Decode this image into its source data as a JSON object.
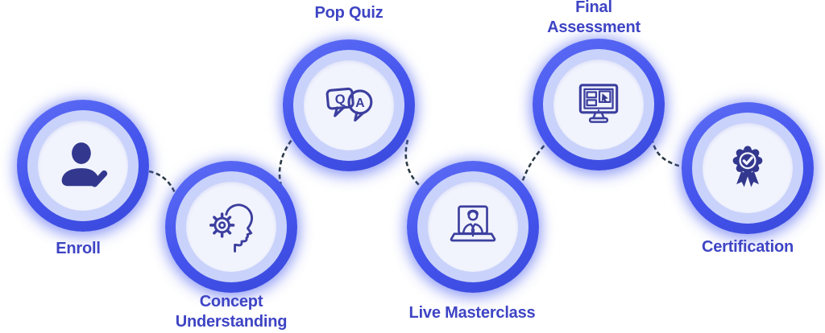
{
  "diagram": {
    "steps": [
      {
        "label": "Enroll",
        "icon": "person-check-icon"
      },
      {
        "label": "Concept Understanding",
        "icon": "head-gear-icon"
      },
      {
        "label": "Pop Quiz",
        "icon": "qa-speech-bubbles-icon"
      },
      {
        "label": "Live Masterclass",
        "icon": "presenter-laptop-icon"
      },
      {
        "label": "Final Assessment",
        "icon": "monitor-cursor-icon"
      },
      {
        "label": "Certification",
        "icon": "award-ribbon-icon"
      }
    ],
    "icon_letters": {
      "q": "Q",
      "a": "A"
    },
    "colors": {
      "ring_blue": "#4353ec",
      "ring_light": "#c9d2fa",
      "inner_fill": "#f2f4fd",
      "icon_fill": "#33388e",
      "icon_stroke": "#3c3f9e",
      "label_text": "#3e44c4",
      "connector": "#2c3a43"
    }
  }
}
